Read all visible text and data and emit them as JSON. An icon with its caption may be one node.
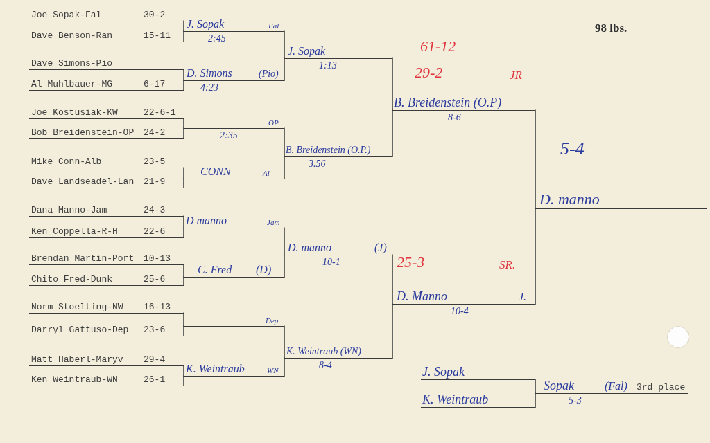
{
  "diagram": {
    "title": "98 lbs.",
    "nodes": [
      {
        "text": [
          "Joe Sopak-Fal",
          "30-2"
        ]
      },
      {
        "text": [
          "Dave Benson-Ran",
          "15-11"
        ]
      },
      {
        "text": [
          "Dave Simons-Pio"
        ]
      },
      {
        "text": [
          "Al Muhlbauer-MG",
          "6-17"
        ]
      },
      {
        "text": [
          "Joe Kostusiak-KW",
          "22-6-1"
        ]
      },
      {
        "text": [
          "Bob Breidenstein-OP",
          "24-2"
        ]
      },
      {
        "text": [
          "Mike Conn-Alb",
          "23-5"
        ]
      },
      {
        "text": [
          "Dave Landseadel-Lan",
          "21-9"
        ]
      },
      {
        "text": [
          "Dana Manno-Jam",
          "24-3"
        ]
      },
      {
        "text": [
          "Ken Coppella-R-H",
          "22-6"
        ]
      },
      {
        "text": [
          "Brendan Martin-Port",
          "10-13"
        ]
      },
      {
        "text": [
          "Chito Fred-Dunk",
          "25-6"
        ]
      },
      {
        "text": [
          "Norm Stoelting-NW",
          "16-13"
        ]
      },
      {
        "text": [
          "Darryl Gattuso-Dep",
          "23-6"
        ]
      },
      {
        "text": [
          "Matt Haberl-Maryv",
          "29-4"
        ]
      },
      {
        "text": [
          "Ken Weintraub-WN",
          "26-1"
        ]
      },
      {
        "text": [
          "J. Sopak",
          "Fal"
        ],
        "beside": [
          "2:45"
        ]
      },
      {
        "text": [
          "D. Simons",
          "(Pio)"
        ],
        "beside": [
          "4:23"
        ]
      },
      {
        "text": [
          "OP"
        ],
        "beside": [
          "2:35"
        ]
      },
      {
        "text": [
          "CONN",
          "Al"
        ]
      },
      {
        "text": [
          "D manno",
          "Jam"
        ]
      },
      {
        "text": [
          "C. Fred",
          "(D)"
        ]
      },
      {
        "text": [
          "Dep"
        ]
      },
      {
        "text": [
          "K. Weintraub",
          "WN"
        ]
      },
      {
        "text": [
          "J. Sopak"
        ],
        "beside": [
          "1:13"
        ]
      },
      {
        "text": [
          "B. Breidenstein (O.P.)"
        ],
        "beside": [
          "3.56"
        ]
      },
      {
        "text": [
          "D. manno",
          "(J)"
        ],
        "beside": [
          "10-1"
        ]
      },
      {
        "text": [
          "K. Weintraub (WN)"
        ],
        "beside": [
          "8-4"
        ]
      },
      {
        "text": [
          "B. Breidenstein (O.P)"
        ],
        "beside": [
          "8-6"
        ]
      },
      {
        "text": [
          "D. Manno",
          "J."
        ],
        "beside": [
          "10-4"
        ]
      },
      {
        "text": [
          "D. manno"
        ]
      },
      {
        "text": [
          "J. Sopak"
        ]
      },
      {
        "text": [
          "K. Weintraub"
        ]
      },
      {
        "text": [
          "Sopak",
          "(Fal)",
          "3rd place"
        ],
        "beside": [
          "5-3"
        ]
      }
    ],
    "edges": [
      {
        "from": 0,
        "to": 16,
        "arrow": "none"
      },
      {
        "from": 1,
        "to": 16,
        "arrow": "none"
      },
      {
        "from": 2,
        "to": 17,
        "arrow": "none"
      },
      {
        "from": 3,
        "to": 17,
        "arrow": "none"
      },
      {
        "from": 4,
        "to": 18,
        "arrow": "none"
      },
      {
        "from": 5,
        "to": 18,
        "arrow": "none"
      },
      {
        "from": 6,
        "to": 19,
        "arrow": "none"
      },
      {
        "from": 7,
        "to": 19,
        "arrow": "none"
      },
      {
        "from": 8,
        "to": 20,
        "arrow": "none"
      },
      {
        "from": 9,
        "to": 20,
        "arrow": "none"
      },
      {
        "from": 10,
        "to": 21,
        "arrow": "none"
      },
      {
        "from": 11,
        "to": 21,
        "arrow": "none"
      },
      {
        "from": 12,
        "to": 22,
        "arrow": "none"
      },
      {
        "from": 13,
        "to": 22,
        "arrow": "none"
      },
      {
        "from": 14,
        "to": 23,
        "arrow": "none"
      },
      {
        "from": 15,
        "to": 23,
        "arrow": "none"
      },
      {
        "from": 16,
        "to": 24,
        "arrow": "none"
      },
      {
        "from": 17,
        "to": 24,
        "arrow": "none"
      },
      {
        "from": 18,
        "to": 25,
        "arrow": "none"
      },
      {
        "from": 19,
        "to": 25,
        "arrow": "none"
      },
      {
        "from": 20,
        "to": 26,
        "arrow": "none"
      },
      {
        "from": 21,
        "to": 26,
        "arrow": "none"
      },
      {
        "from": 22,
        "to": 27,
        "arrow": "none"
      },
      {
        "from": 23,
        "to": 27,
        "arrow": "none"
      },
      {
        "from": 24,
        "to": 28,
        "arrow": "none"
      },
      {
        "from": 25,
        "to": 28,
        "arrow": "none"
      },
      {
        "from": 26,
        "to": 29,
        "arrow": "none"
      },
      {
        "from": 27,
        "to": 29,
        "arrow": "none"
      },
      {
        "from": 28,
        "to": 30,
        "arrow": "none"
      },
      {
        "from": 29,
        "to": 30,
        "arrow": "none"
      },
      {
        "from": 31,
        "to": 33,
        "arrow": "none"
      },
      {
        "from": 32,
        "to": 33,
        "arrow": "none"
      }
    ],
    "labels": [
      "61-12",
      "29-2",
      "JR",
      "5-4",
      "25-3",
      "SR."
    ]
  }
}
